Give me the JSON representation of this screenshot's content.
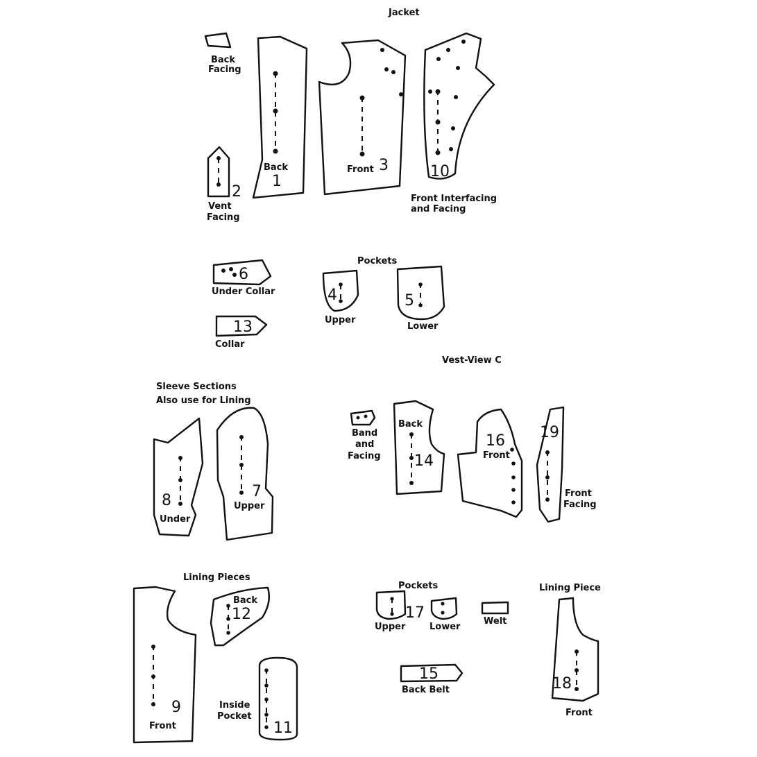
{
  "sections": {
    "jacket": "Jacket",
    "pockets_jacket": "Pockets",
    "vest": "Vest-View C",
    "sleeve_line1": "Sleeve Sections",
    "sleeve_line2": "Also use for Lining",
    "lining_pieces": "Lining Pieces",
    "pockets_vest": "Pockets",
    "lining_piece": "Lining Piece"
  },
  "pieces": {
    "p1": {
      "number": "1",
      "label": "Back"
    },
    "p2": {
      "number": "2",
      "label_1": "Vent",
      "label_2": "Facing"
    },
    "p3": {
      "number": "3",
      "label": "Front"
    },
    "p10": {
      "number": "10",
      "label_1": "Front Interfacing",
      "label_2": "and Facing"
    },
    "backfacing": {
      "label_1": "Back",
      "label_2": "Facing"
    },
    "p6": {
      "number": "6",
      "label": "Under Collar"
    },
    "p13": {
      "number": "13",
      "label": "Collar"
    },
    "p4": {
      "number": "4",
      "label": "Upper"
    },
    "p5": {
      "number": "5",
      "label": "Lower"
    },
    "p8": {
      "number": "8",
      "label": "Under"
    },
    "p7": {
      "number": "7",
      "label": "Upper"
    },
    "band": {
      "label_1": "Band",
      "label_2": "and",
      "label_3": "Facing"
    },
    "p14": {
      "number": "14",
      "label": "Back"
    },
    "p16": {
      "number": "16",
      "label": "Front"
    },
    "p19": {
      "number": "19",
      "label_1": "Front",
      "label_2": "Facing"
    },
    "p9": {
      "number": "9",
      "label": "Front"
    },
    "p12": {
      "number": "12",
      "label": "Back"
    },
    "p11": {
      "number": "11",
      "label_1": "Inside",
      "label_2": "Pocket"
    },
    "p17": {
      "number": "17",
      "label_upper": "Upper",
      "label_lower": "Lower"
    },
    "welt": {
      "label": "Welt"
    },
    "p15": {
      "number": "15",
      "label": "Back Belt"
    },
    "p18": {
      "number": "18",
      "label": "Front"
    }
  }
}
